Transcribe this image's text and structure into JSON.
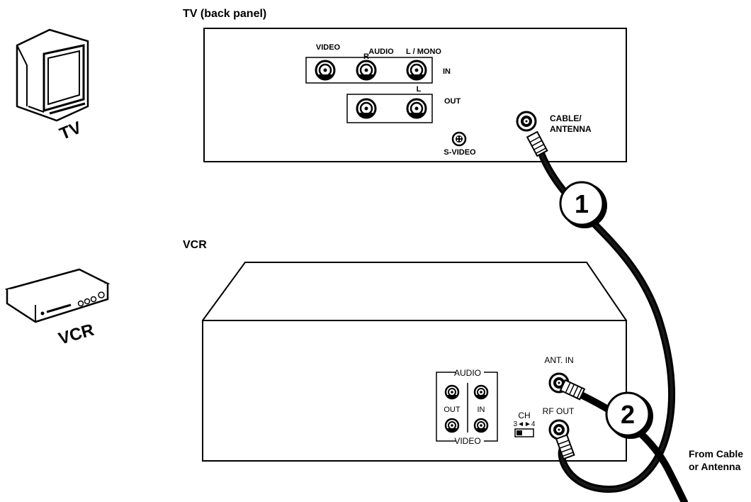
{
  "tv_section": {
    "title": "TV (back panel)",
    "icon_label": "TV",
    "jacks": {
      "video": "VIDEO",
      "audio": "AUDIO",
      "r": "R",
      "l_mono": "L / MONO",
      "in": "IN",
      "l": "L",
      "out": "OUT",
      "s_video": "S-VIDEO",
      "cable_antenna_1": "CABLE/",
      "cable_antenna_2": "ANTENNA"
    }
  },
  "vcr_section": {
    "title": "VCR",
    "icon_label": "VCR",
    "jacks": {
      "audio": "AUDIO",
      "out": "OUT",
      "in": "IN",
      "video": "VIDEO",
      "ch": "CH",
      "ch_values": "3◄►4",
      "rf_out": "RF OUT",
      "ant_in": "ANT. IN"
    }
  },
  "steps": [
    "1",
    "2"
  ],
  "source_label": {
    "line1": "From Cable",
    "line2": "or Antenna"
  }
}
